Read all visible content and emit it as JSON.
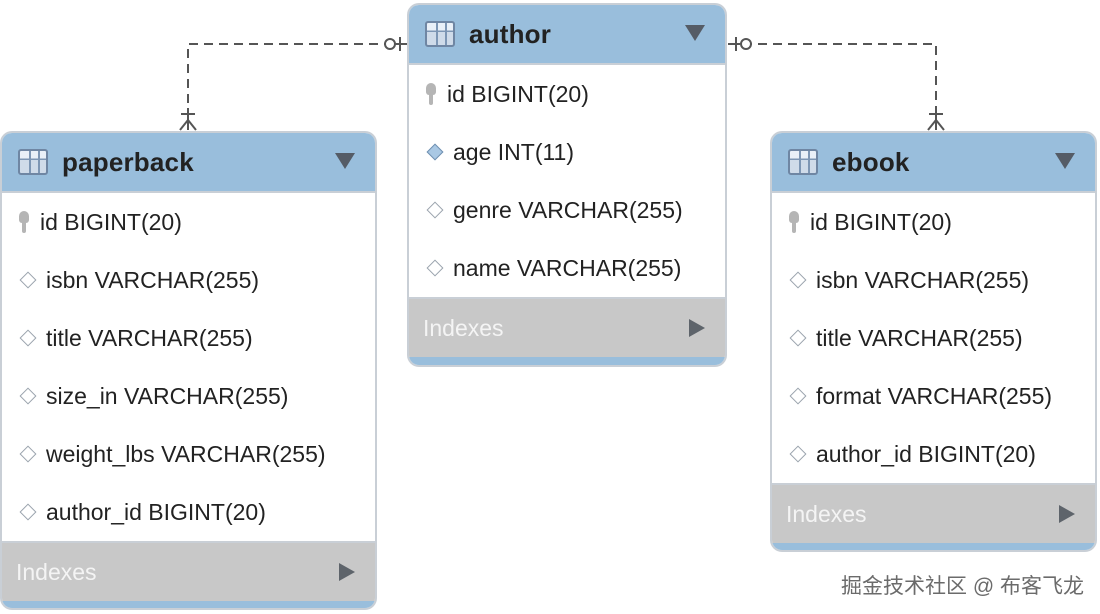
{
  "tables": {
    "author": {
      "name": "author",
      "columns": [
        {
          "text": "id BIGINT(20)",
          "kind": "primary-key"
        },
        {
          "text": "age INT(11)",
          "kind": "filled"
        },
        {
          "text": "genre VARCHAR(255)",
          "kind": "column"
        },
        {
          "text": "name VARCHAR(255)",
          "kind": "column"
        }
      ],
      "indexes_label": "Indexes"
    },
    "paperback": {
      "name": "paperback",
      "columns": [
        {
          "text": "id BIGINT(20)",
          "kind": "primary-key"
        },
        {
          "text": "isbn VARCHAR(255)",
          "kind": "column"
        },
        {
          "text": "title VARCHAR(255)",
          "kind": "column"
        },
        {
          "text": "size_in VARCHAR(255)",
          "kind": "column"
        },
        {
          "text": "weight_lbs VARCHAR(255)",
          "kind": "column"
        },
        {
          "text": "author_id BIGINT(20)",
          "kind": "column"
        }
      ],
      "indexes_label": "Indexes"
    },
    "ebook": {
      "name": "ebook",
      "columns": [
        {
          "text": "id BIGINT(20)",
          "kind": "primary-key"
        },
        {
          "text": "isbn VARCHAR(255)",
          "kind": "column"
        },
        {
          "text": "title VARCHAR(255)",
          "kind": "column"
        },
        {
          "text": "format VARCHAR(255)",
          "kind": "column"
        },
        {
          "text": "author_id BIGINT(20)",
          "kind": "column"
        }
      ],
      "indexes_label": "Indexes"
    }
  },
  "relationships": [
    {
      "from": "author",
      "to": "paperback",
      "from_end": "zero-or-one",
      "to_end": "one-or-many",
      "style": "dashed"
    },
    {
      "from": "author",
      "to": "ebook",
      "from_end": "zero-or-one",
      "to_end": "one-or-many",
      "style": "dashed"
    }
  ],
  "icons": {
    "header": "table-icon",
    "header_menu": "dropdown-arrow-icon",
    "primary_key": "key-icon",
    "column": "diamond-icon",
    "indexes_expand": "expand-arrow-icon"
  },
  "colors": {
    "header": "#99bedc",
    "indexes_bar": "#c8c8c8",
    "border": "#c9cfd6",
    "connector": "#555555"
  },
  "watermark": "掘金技术社区 @ 布客飞龙"
}
